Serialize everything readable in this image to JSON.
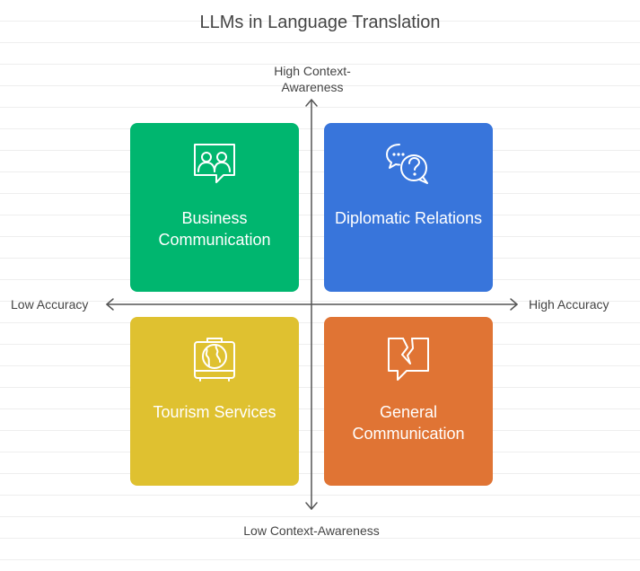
{
  "title": "LLMs in Language Translation",
  "axes": {
    "y_top": "High Context-Awareness",
    "y_bottom": "Low Context-Awareness",
    "x_left": "Low Accuracy",
    "x_right": "High Accuracy"
  },
  "quadrants": {
    "top_left": {
      "label": "Business Communication",
      "icon": "users-chat-icon",
      "color": "#00b66f"
    },
    "top_right": {
      "label": "Diplomatic Relations",
      "icon": "question-chat-icon",
      "color": "#3875db"
    },
    "bottom_left": {
      "label": "Tourism Services",
      "icon": "globe-suitcase-icon",
      "color": "#dfc130"
    },
    "bottom_right": {
      "label": "General Communication",
      "icon": "broken-chat-icon",
      "color": "#e07434"
    }
  }
}
